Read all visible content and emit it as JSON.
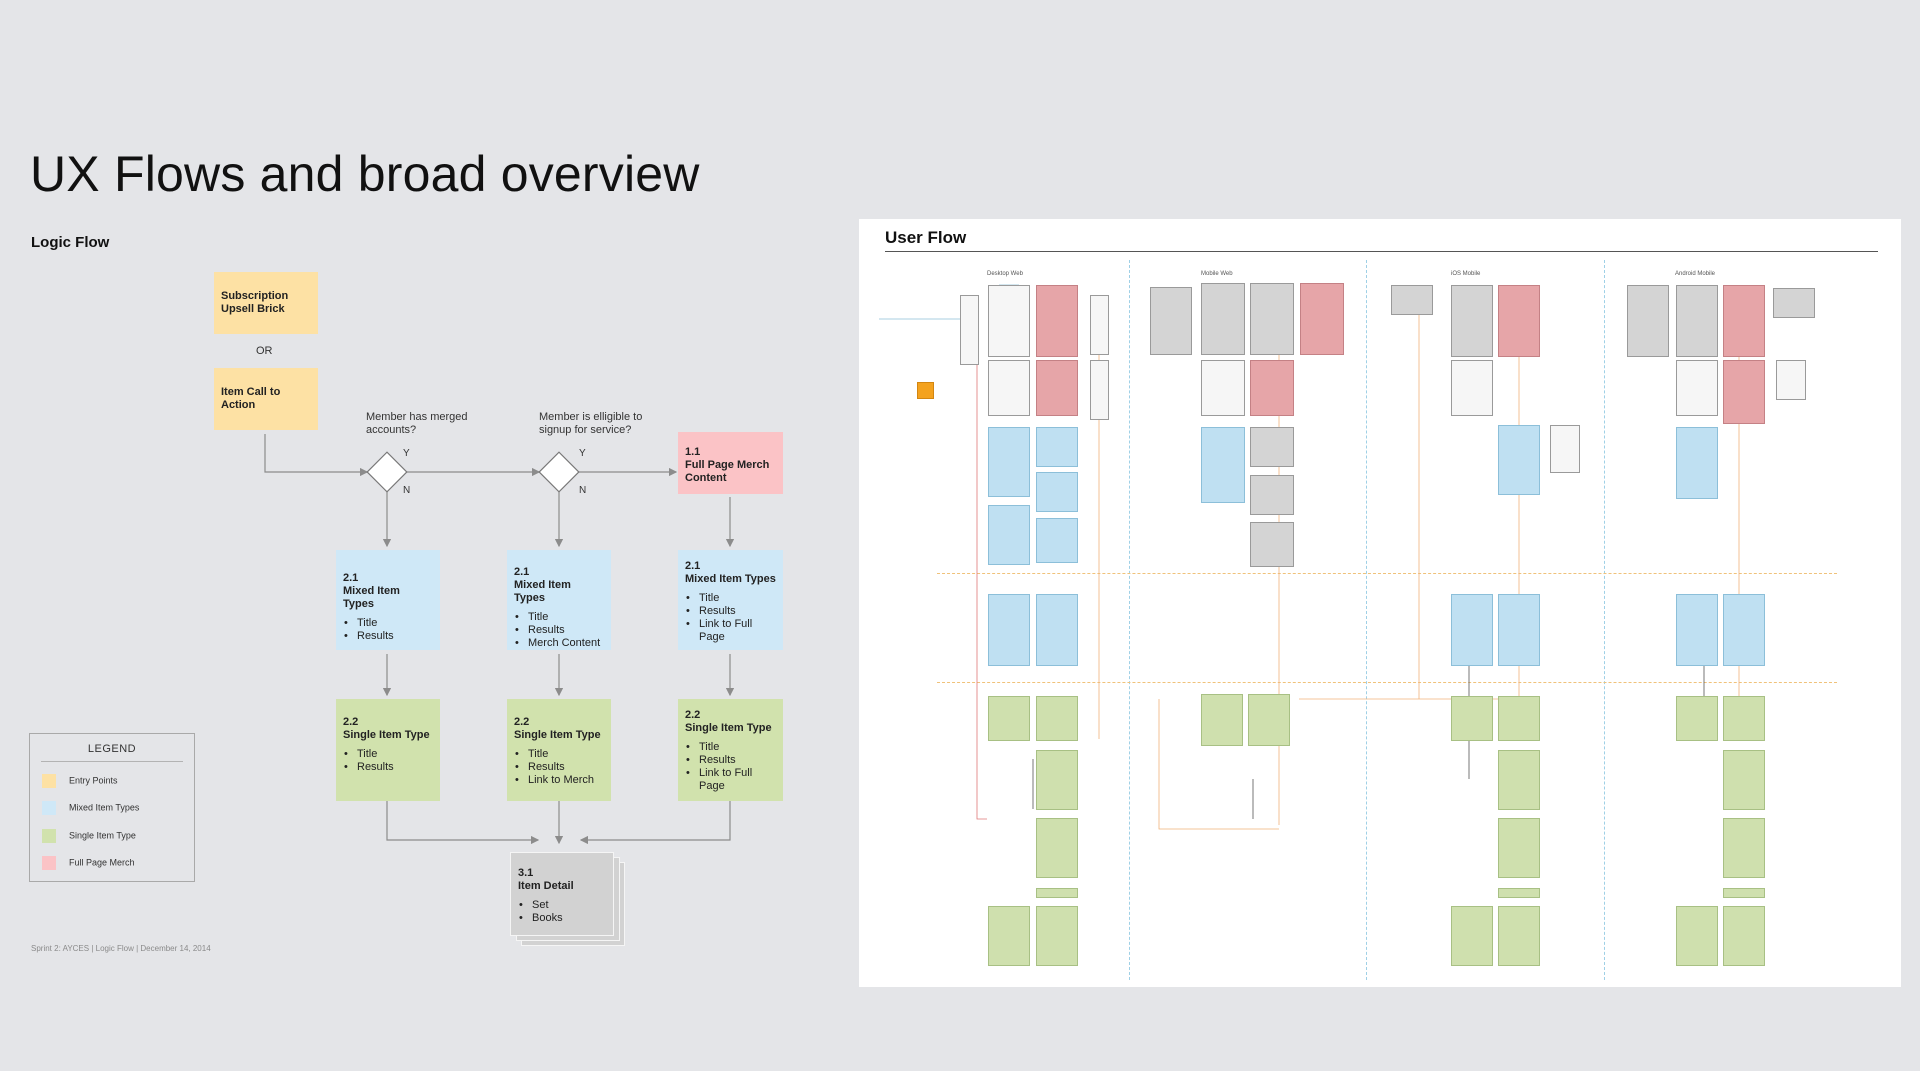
{
  "page": {
    "title": "UX Flows and broad overview"
  },
  "logic_flow": {
    "title": "Logic Flow",
    "entry_points": {
      "subscription_upsell": "Subscription Upsell Brick",
      "or_label": "OR",
      "item_cta": "Item Call to Action"
    },
    "decisions": {
      "merged_accounts": "Member has merged accounts?",
      "eligible_signup": "Member is elligible to signup for service?",
      "yes": "Y",
      "no": "N"
    },
    "full_page_merch": {
      "num": "1.1",
      "title": "Full Page Merch Content"
    },
    "mixed_nodes": [
      {
        "num": "2.1",
        "title": "Mixed Item Types",
        "items": [
          "Title",
          "Results"
        ]
      },
      {
        "num": "2.1",
        "title": "Mixed Item Types",
        "items": [
          "Title",
          "Results",
          "Merch Content"
        ]
      },
      {
        "num": "2.1",
        "title": "Mixed Item Types",
        "items": [
          "Title",
          "Results",
          "Link to Full Page"
        ]
      }
    ],
    "single_nodes": [
      {
        "num": "2.2",
        "title": "Single Item Type",
        "items": [
          "Title",
          "Results"
        ]
      },
      {
        "num": "2.2",
        "title": "Single Item Type",
        "items": [
          "Title",
          "Results",
          "Link to Merch"
        ]
      },
      {
        "num": "2.2",
        "title": "Single Item Type",
        "items": [
          "Title",
          "Results",
          "Link to Full Page"
        ]
      }
    ],
    "item_detail": {
      "num": "3.1",
      "title": "Item Detail",
      "items": [
        "Set",
        "Books"
      ]
    }
  },
  "legend": {
    "title": "LEGEND",
    "items": [
      {
        "label": "Entry Points",
        "color": "#fde1a4"
      },
      {
        "label": "Mixed Item Types",
        "color": "#cfe8f7"
      },
      {
        "label": "Single Item Type",
        "color": "#d1e2ad"
      },
      {
        "label": "Full Page Merch",
        "color": "#fbc3c6"
      }
    ]
  },
  "footer": "Sprint 2: AYCES | Logic Flow | December 14, 2014",
  "user_flow": {
    "title": "User Flow",
    "columns": [
      "Desktop Web",
      "Mobile Web",
      "iOS Mobile",
      "Android Mobile"
    ]
  },
  "colors": {
    "background": "#e4e5e8",
    "entry": "#fde1a4",
    "mixed": "#cfe8f7",
    "single": "#d1e2ad",
    "merch": "#fbc3c6",
    "detail": "#d2d2d2",
    "connector": "#8c8c8c"
  }
}
